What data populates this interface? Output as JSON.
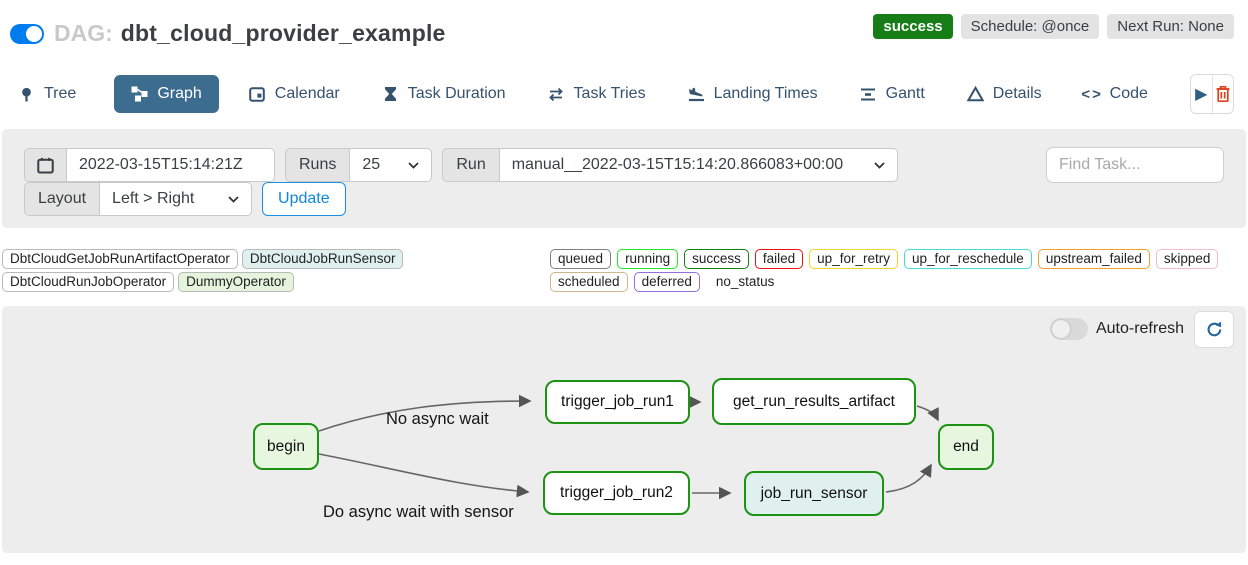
{
  "colors": {
    "brand_blue": "#017cee",
    "active_tab": "#3c6d8f",
    "success_badge": "#177e17",
    "node_border_green": "#1d9314",
    "sensor_fill": "#dff0ee",
    "dummy_fill": "#e6f4de",
    "panel_gray": "#ededed"
  },
  "header": {
    "dag_prefix": "DAG:",
    "dag_title": "dbt_cloud_provider_example",
    "toggle_state": "on",
    "status_badge": "success",
    "schedule_badge": "Schedule: @once",
    "next_run_badge": "Next Run: None"
  },
  "tabs": [
    {
      "label": "Tree"
    },
    {
      "label": "Graph",
      "active": true
    },
    {
      "label": "Calendar"
    },
    {
      "label": "Task Duration"
    },
    {
      "label": "Task Tries"
    },
    {
      "label": "Landing Times"
    },
    {
      "label": "Gantt"
    },
    {
      "label": "Details"
    },
    {
      "label": "Code"
    }
  ],
  "controls": {
    "date_value": "2022-03-15T15:14:21Z",
    "runs_label": "Runs",
    "runs_value": "25",
    "run_label": "Run",
    "run_value": "manual__2022-03-15T15:14:20.866083+00:00",
    "find_task_placeholder": "Find Task...",
    "layout_label": "Layout",
    "layout_value": "Left > Right",
    "update_label": "Update"
  },
  "legend": {
    "operators": [
      {
        "label": "DbtCloudGetJobRunArtifactOperator"
      },
      {
        "label": "DbtCloudJobRunSensor"
      },
      {
        "label": "DbtCloudRunJobOperator"
      },
      {
        "label": "DummyOperator"
      }
    ],
    "statuses": [
      {
        "label": "queued",
        "color": "#808080"
      },
      {
        "label": "running",
        "color": "#27e427"
      },
      {
        "label": "success",
        "color": "#108010"
      },
      {
        "label": "failed",
        "color": "#e81313"
      },
      {
        "label": "up_for_retry",
        "color": "#f7d42a"
      },
      {
        "label": "up_for_reschedule",
        "color": "#47dcd2"
      },
      {
        "label": "upstream_failed",
        "color": "#f2a02c"
      },
      {
        "label": "skipped",
        "color": "#f7bccb"
      },
      {
        "label": "scheduled",
        "color": "#cfb492"
      },
      {
        "label": "deferred",
        "color": "#9370db"
      },
      {
        "label": "no_status",
        "color": null
      }
    ]
  },
  "graph": {
    "auto_refresh_label": "Auto-refresh",
    "nodes": [
      {
        "id": "begin",
        "label": "begin",
        "state": "success"
      },
      {
        "id": "trigger_job_run1",
        "label": "trigger_job_run1",
        "state": "success"
      },
      {
        "id": "get_run_results_artifact",
        "label": "get_run_results_artifact",
        "state": "success"
      },
      {
        "id": "trigger_job_run2",
        "label": "trigger_job_run2",
        "state": "success"
      },
      {
        "id": "job_run_sensor",
        "label": "job_run_sensor",
        "state": "success"
      },
      {
        "id": "end",
        "label": "end",
        "state": "success"
      }
    ],
    "edge_labels": [
      {
        "label": "No async wait"
      },
      {
        "label": "Do async wait with sensor"
      }
    ],
    "edges": [
      [
        "begin",
        "trigger_job_run1"
      ],
      [
        "begin",
        "trigger_job_run2"
      ],
      [
        "trigger_job_run1",
        "get_run_results_artifact"
      ],
      [
        "trigger_job_run2",
        "job_run_sensor"
      ],
      [
        "get_run_results_artifact",
        "end"
      ],
      [
        "job_run_sensor",
        "end"
      ]
    ]
  }
}
